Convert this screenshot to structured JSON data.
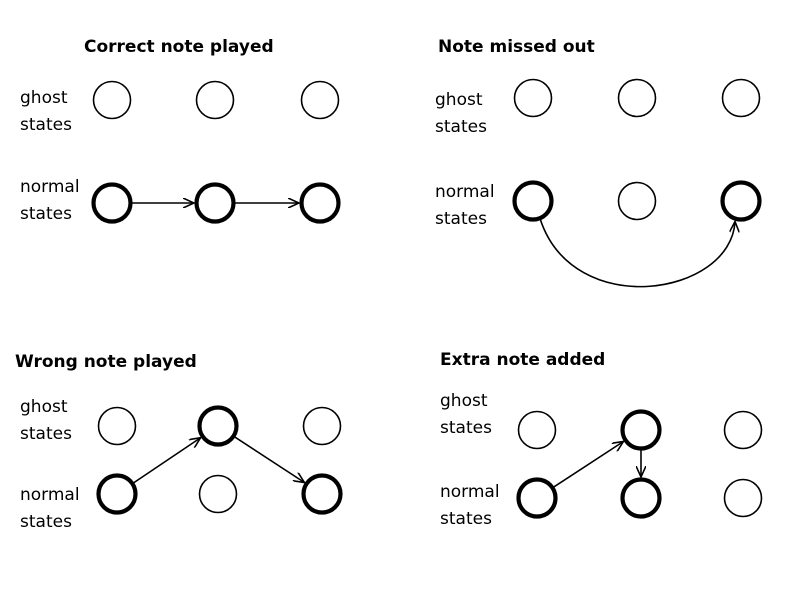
{
  "row_labels": {
    "ghost": [
      "ghost",
      "states"
    ],
    "normal": [
      "normal",
      "states"
    ]
  },
  "panels": [
    {
      "id": "correct-note-played",
      "title": "Correct note played",
      "active_states": [
        "normal-0",
        "normal-1",
        "normal-2"
      ],
      "transitions": [
        {
          "from": "normal-0",
          "to": "normal-1"
        },
        {
          "from": "normal-1",
          "to": "normal-2"
        }
      ]
    },
    {
      "id": "note-missed-out",
      "title": "Note missed out",
      "active_states": [
        "normal-0",
        "normal-2"
      ],
      "transitions": [
        {
          "from": "normal-0",
          "to": "normal-2",
          "style": "arc-below"
        }
      ]
    },
    {
      "id": "wrong-note-played",
      "title": "Wrong note played",
      "active_states": [
        "normal-0",
        "ghost-1",
        "normal-2"
      ],
      "transitions": [
        {
          "from": "normal-0",
          "to": "ghost-1"
        },
        {
          "from": "ghost-1",
          "to": "normal-2"
        }
      ]
    },
    {
      "id": "extra-note-added",
      "title": "Extra note added",
      "active_states": [
        "normal-0",
        "ghost-1",
        "normal-1"
      ],
      "transitions": [
        {
          "from": "normal-0",
          "to": "ghost-1"
        },
        {
          "from": "ghost-1",
          "to": "normal-1"
        }
      ]
    }
  ]
}
